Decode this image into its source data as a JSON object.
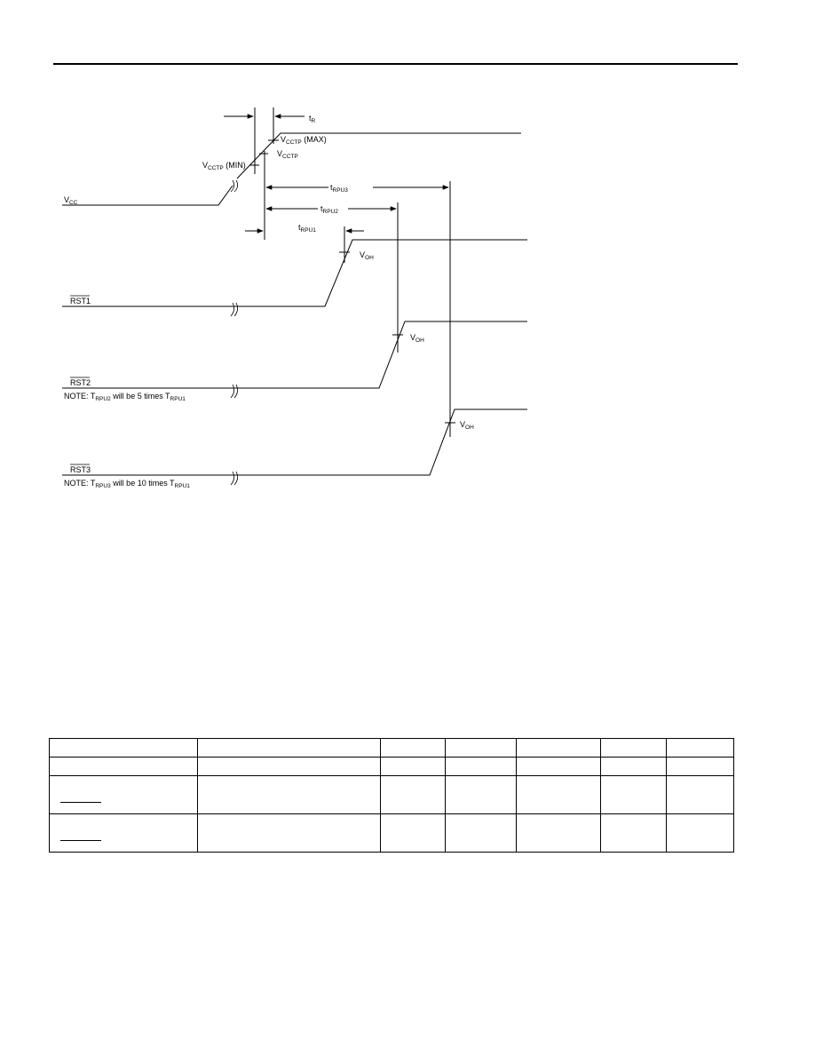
{
  "diagram": {
    "signals": {
      "vcc": {
        "name": "V",
        "sub": "CC"
      },
      "rst1": {
        "name": "RST1"
      },
      "rst2": {
        "name": "RST2"
      },
      "rst3": {
        "name": "RST3"
      }
    },
    "labels": {
      "tr": {
        "main": "t",
        "sub": "R"
      },
      "vcctp_max": {
        "main": "V",
        "sub": "CCTP",
        "suffix": " (MAX)"
      },
      "vcctp": {
        "main": "V",
        "sub": "CCTP"
      },
      "vcctp_min": {
        "main": "V",
        "sub": "CCTP",
        "suffix": " (MIN)"
      },
      "trpu3": {
        "main": "t",
        "sub": "RPU3"
      },
      "trpu2": {
        "main": "t",
        "sub": "RPU2"
      },
      "trpu1": {
        "main": "t",
        "sub": "RPU1"
      },
      "voh1": {
        "main": "V",
        "sub": "OH"
      },
      "voh2": {
        "main": "V",
        "sub": "OH"
      },
      "voh3": {
        "main": "V",
        "sub": "OH"
      }
    },
    "notes": {
      "rst2": {
        "prefix": "NOTE: T",
        "sub1": "RPU2",
        "middle": " will be 5 times T",
        "sub2": "RPU1"
      },
      "rst3": {
        "prefix": "NOTE: T",
        "sub1": "RPU3",
        "middle": " will be 10 times T",
        "sub2": "RPU1"
      }
    }
  },
  "table": {
    "column_count": 7,
    "rows": [
      {
        "cells": [
          "",
          "",
          "",
          "",
          "",
          "",
          ""
        ]
      },
      {
        "cells": [
          "",
          "",
          "",
          "",
          "",
          "",
          ""
        ]
      },
      {
        "cells": [
          "",
          "",
          "",
          "",
          "",
          "",
          ""
        ],
        "overline_first": true
      },
      {
        "cells": [
          "",
          "",
          "",
          "",
          "",
          "",
          ""
        ],
        "overline_first": true
      }
    ]
  }
}
